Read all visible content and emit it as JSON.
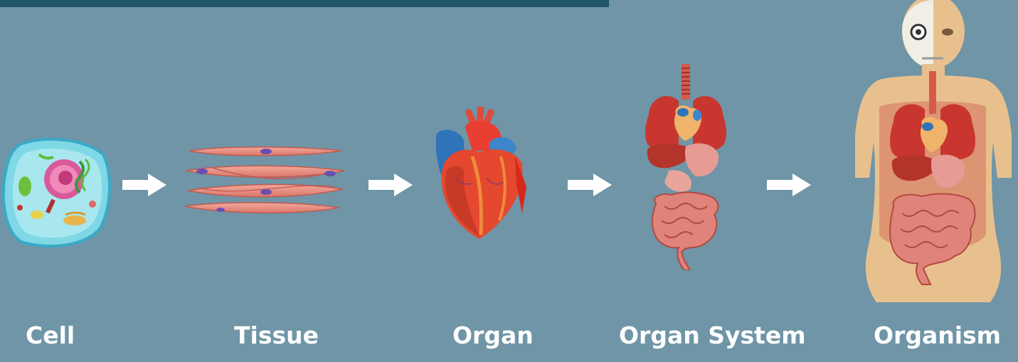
{
  "diagram": {
    "title": "",
    "stages": [
      {
        "id": "cell",
        "label": "Cell",
        "icon": "cell-icon"
      },
      {
        "id": "tissue",
        "label": "Tissue",
        "icon": "muscle-tissue-icon"
      },
      {
        "id": "organ",
        "label": "Organ",
        "icon": "heart-icon"
      },
      {
        "id": "organ-system",
        "label": "Organ System",
        "icon": "organ-system-icon"
      },
      {
        "id": "organism",
        "label": "Organism",
        "icon": "human-body-icon"
      }
    ],
    "arrow_icon": "right-arrow-icon"
  },
  "colors": {
    "background": "#6f95a7",
    "top_bar": "#1f5668",
    "label_text": "#ffffff",
    "arrow": "#ffffff"
  }
}
